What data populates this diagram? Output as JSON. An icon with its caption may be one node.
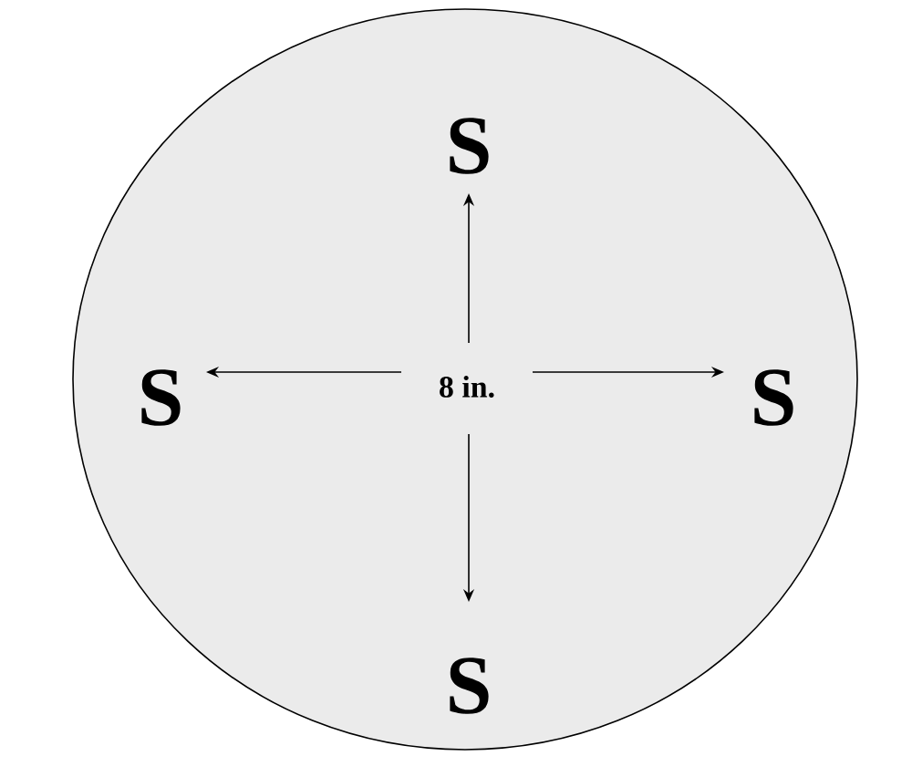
{
  "diagram": {
    "nodes": [
      {
        "text": [
          "S",
          "S",
          "8 in.",
          "S",
          "S"
        ]
      }
    ]
  }
}
